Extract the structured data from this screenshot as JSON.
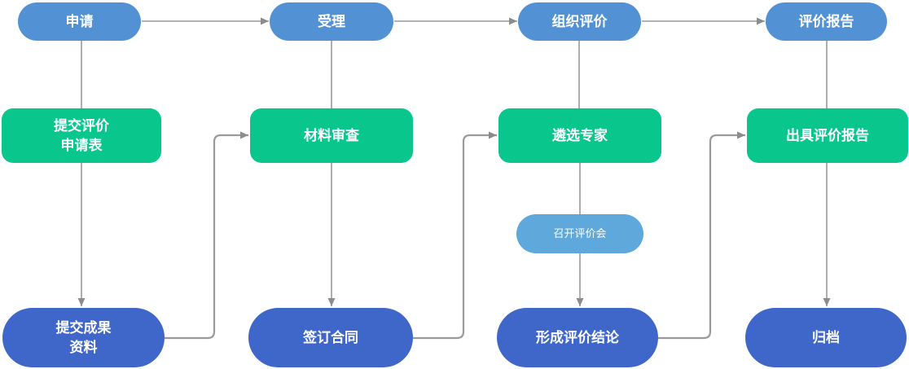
{
  "page": {
    "background": "#ffffff"
  },
  "colors": {
    "page-bg": "#ffffff",
    "stage-blue": "#5292d4",
    "process-green": "#09c78c",
    "result-blue": "#3f66c9",
    "meeting-blue": "#5ea8dc",
    "connector-gray": "#9a9a9a",
    "arrow-gray": "#8c8c8c",
    "text-white": "#ffffff"
  },
  "flowchart": {
    "top_stages": [
      {
        "id": "apply",
        "label": "申请"
      },
      {
        "id": "accept",
        "label": "受理"
      },
      {
        "id": "organize-evaluation",
        "label": "组织评价"
      },
      {
        "id": "evaluation-report",
        "label": "评价报告"
      }
    ],
    "process_steps": [
      {
        "id": "submit-application-form",
        "label": "提交评价\n申请表"
      },
      {
        "id": "material-review",
        "label": "材料审查"
      },
      {
        "id": "select-experts",
        "label": "遴选专家"
      },
      {
        "id": "issue-evaluation-report",
        "label": "出具评价报告"
      }
    ],
    "sub_step": {
      "id": "hold-evaluation-meeting",
      "label": "召开评价会"
    },
    "result_steps": [
      {
        "id": "submit-achievement-materials",
        "label": "提交成果\n资料"
      },
      {
        "id": "sign-contract",
        "label": "签订合同"
      },
      {
        "id": "form-evaluation-conclusion",
        "label": "形成评价结论"
      },
      {
        "id": "archive",
        "label": "归档"
      }
    ]
  }
}
